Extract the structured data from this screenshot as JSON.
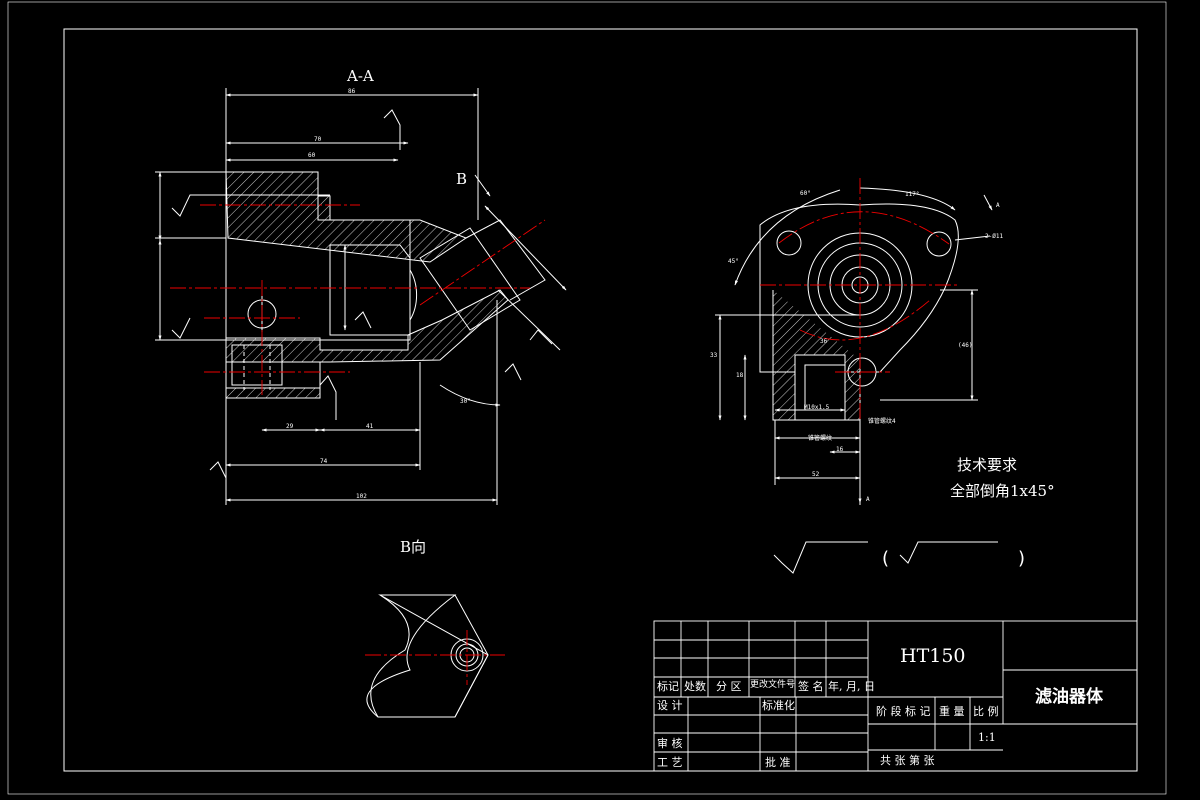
{
  "views": {
    "section_title": "A-A",
    "view_b_title": "B向",
    "b_arrow_label": "B",
    "a_arrow_label_top": "A",
    "a_arrow_label_bottom": "A"
  },
  "technical_requirements": {
    "title": "技术要求",
    "note": "全部倒角1x45°"
  },
  "surface_symbol": {
    "open_paren": "(",
    "close_paren": ")"
  },
  "section_dims": {
    "d_top": "86",
    "d_70": "70",
    "d_60": "60",
    "d_29": "29",
    "d_41": "41",
    "d_74": "74",
    "d_102": "102",
    "ang_30": "30°"
  },
  "right_view_dims": {
    "ang_60": "60°",
    "ang_117": "117°",
    "ang_45": "45°",
    "holes": "2-Ø11",
    "dim_33": "33",
    "dim_36": "36",
    "dim_46": "(46)",
    "dim_18": "18",
    "dim_52": "52",
    "dim_16": "16",
    "thread": "M10x1.5",
    "note_a": "锥管螺纹",
    "note_b": "锥管螺纹4"
  },
  "title_block": {
    "material": "HT150",
    "part_name": "滤油器体",
    "headers": [
      "标记",
      "处数",
      "分 区",
      "更改文件号",
      "签 名",
      "年, 月, 日"
    ],
    "design": "设 计",
    "standardize": "标准化",
    "stage_mark": "阶 段 标 记",
    "weight": "重 量",
    "scale": "比 例",
    "scale_value": "1:1",
    "review": "审 核",
    "process": "工 艺",
    "approve": "批 准",
    "sheets": "共    张  第    张"
  }
}
